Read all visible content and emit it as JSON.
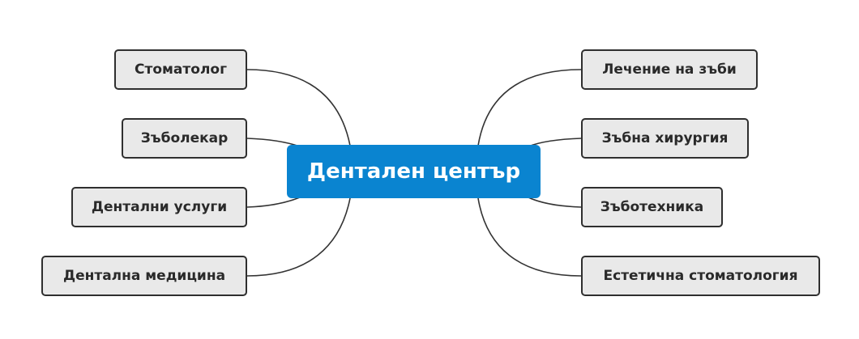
{
  "central": {
    "label": "Дентален център",
    "color": "#0a84d0"
  },
  "left_topics": [
    {
      "label": "Стоматолог"
    },
    {
      "label": "Зъболекар"
    },
    {
      "label": "Дентални услуги"
    },
    {
      "label": "Дентална медицина"
    }
  ],
  "right_topics": [
    {
      "label": "Лечение на зъби"
    },
    {
      "label": "Зъбна хирургия"
    },
    {
      "label": "Зъботехника"
    },
    {
      "label": "Естетична стоматология"
    }
  ],
  "colors": {
    "topic_fill": "#e9e9e9",
    "topic_border": "#2f2f2f",
    "connector": "#333333"
  }
}
